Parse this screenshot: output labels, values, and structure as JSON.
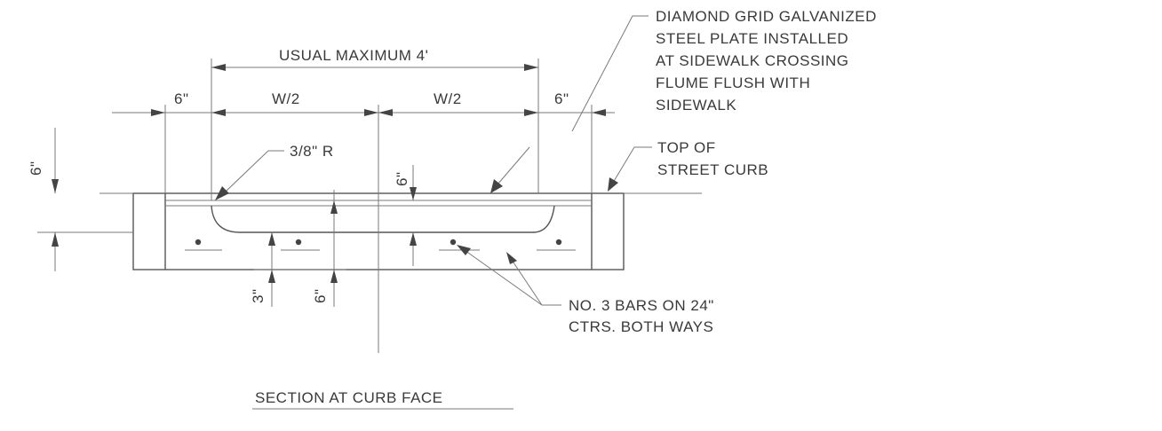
{
  "labels": {
    "usual_max": "USUAL MAXIMUM 4'",
    "six_left": "6\"",
    "w2_left": "W/2",
    "w2_right": "W/2",
    "six_right": "6\"",
    "radius": "3/8\" R",
    "six_vert_left": "6\"",
    "six_vert_mid": "6\"",
    "three_bottom": "3\"",
    "six_bottom": "6\"",
    "plate_note": [
      "DIAMOND GRID GALVANIZED",
      "STEEL PLATE INSTALLED",
      "AT SIDEWALK CROSSING",
      "FLUME FLUSH WITH",
      "SIDEWALK"
    ],
    "curb_note": [
      "TOP OF",
      "STREET CURB"
    ],
    "bars_note": [
      "NO. 3 BARS ON 24\"",
      "CTRS. BOTH WAYS"
    ],
    "section_title": "SECTION AT CURB FACE"
  }
}
